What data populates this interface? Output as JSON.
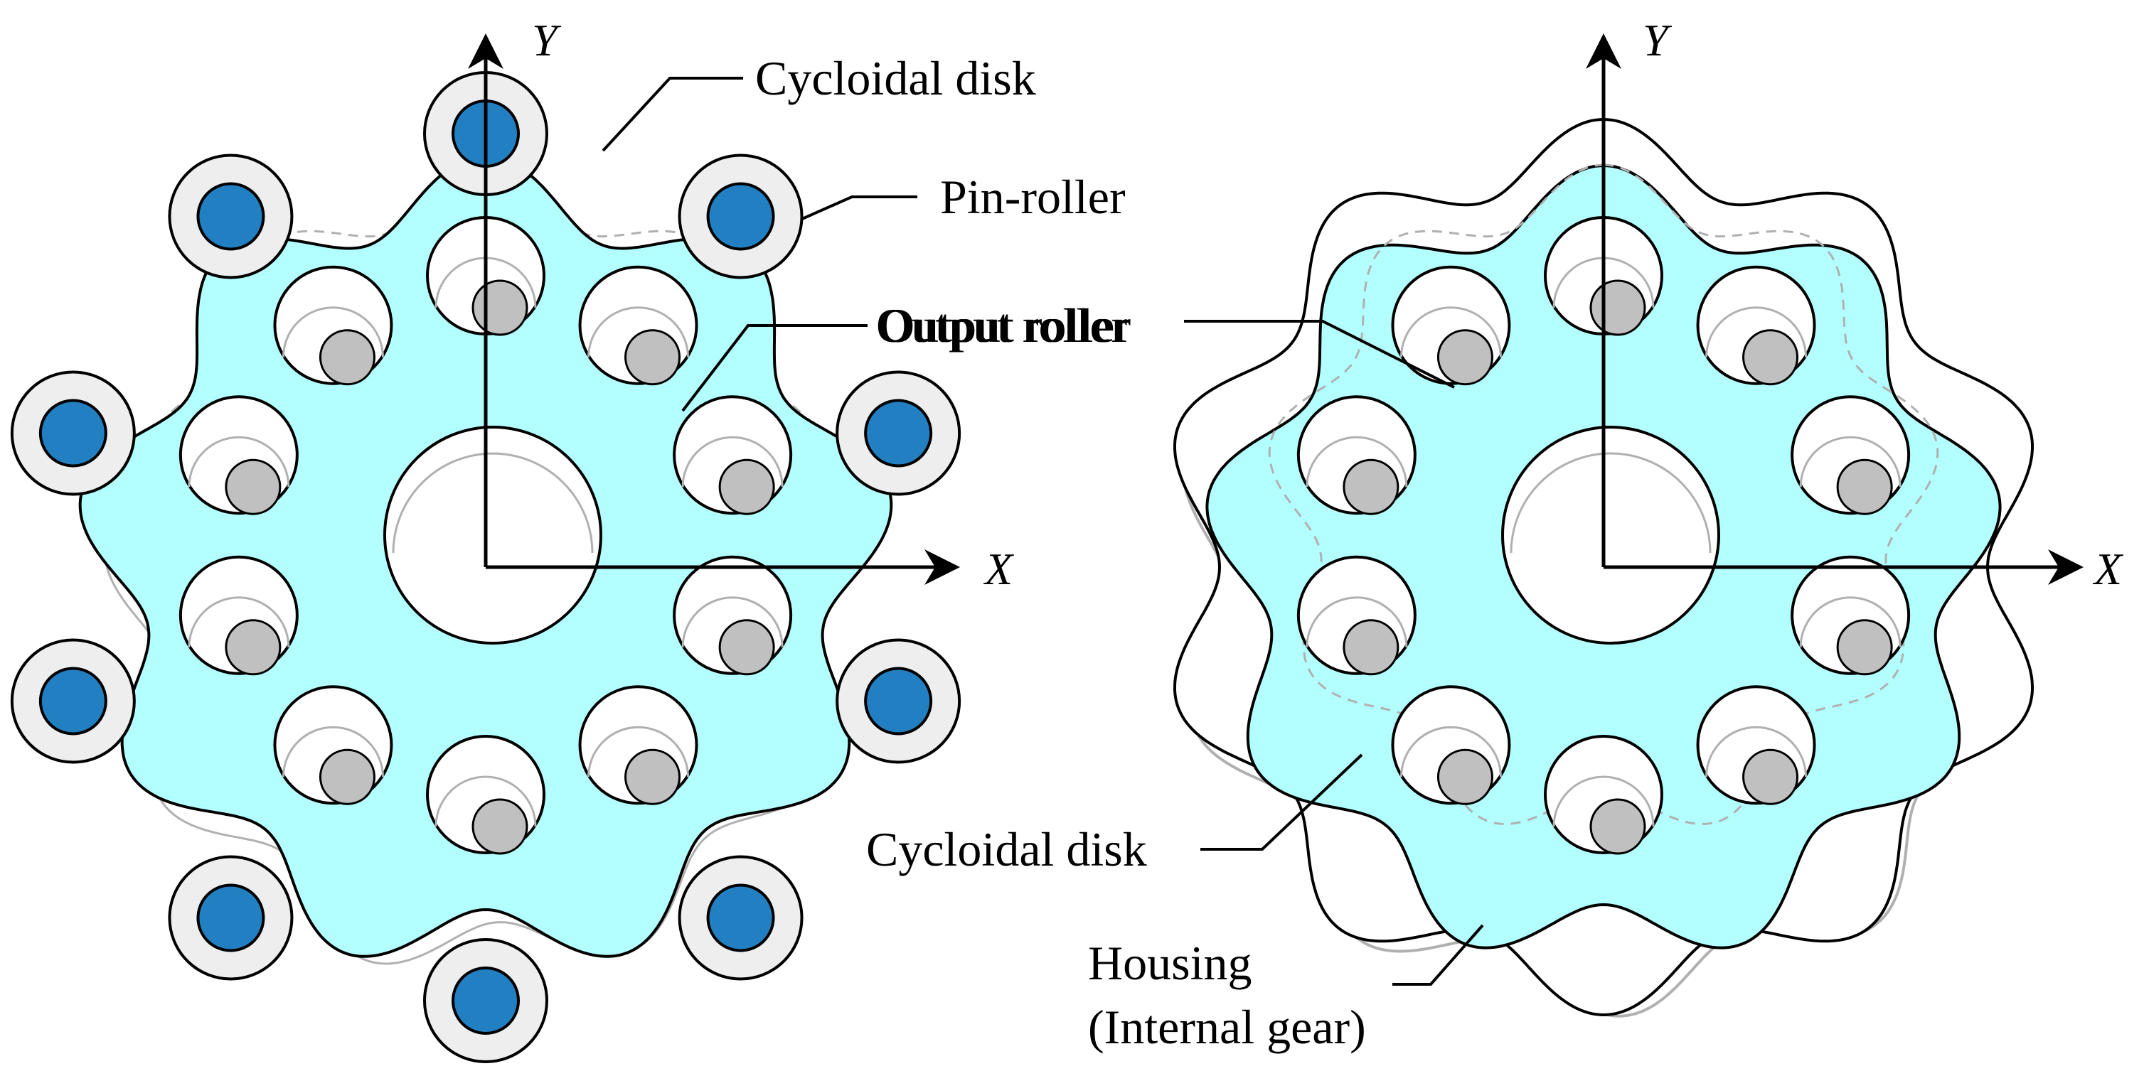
{
  "colors": {
    "disk_fill": "#b3ffff",
    "pin_fill": "#2280c2",
    "pin_ring": "#eeeeee",
    "output_roller": "#c0c0c0",
    "ghost_outline": "#b0b0b0",
    "outline": "#000000"
  },
  "left_figure": {
    "labels": {
      "cycloidal_disk": "Cycloidal disk",
      "pin_roller": "Pin-roller",
      "output_roller": "Output roller"
    },
    "axes": {
      "x": "X",
      "y": "Y"
    },
    "pin_roller_count": 10,
    "output_hole_count": 10,
    "lobe_count": 9
  },
  "right_figure": {
    "labels": {
      "output_roller": "Output roller",
      "cycloidal_disk": "Cycloidal disk",
      "housing_line1": "Housing",
      "housing_line2": "(Internal gear)"
    },
    "axes": {
      "x": "X",
      "y": "Y"
    },
    "output_hole_count": 10,
    "lobe_count": 9,
    "housing_lobe_count": 10
  }
}
